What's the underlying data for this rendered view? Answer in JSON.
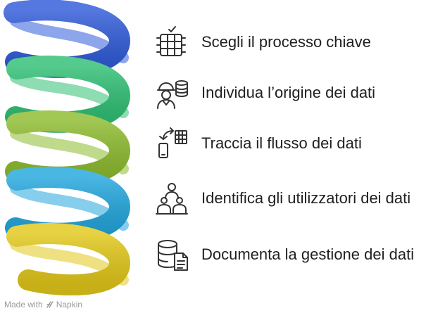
{
  "steps": [
    {
      "label": "Scegli il processo chiave",
      "icon": "server-rack-icon",
      "color": "#2f5bd8"
    },
    {
      "label": "Individua l’origine dei dati",
      "icon": "engineer-database-icon",
      "color": "#2fbf73"
    },
    {
      "label": "Traccia il flusso dei dati",
      "icon": "phone-transfer-icon",
      "color": "#8dbb2e"
    },
    {
      "label": "Identifica gli utilizzatori dei dati",
      "icon": "users-group-icon",
      "color": "#22a6dc"
    },
    {
      "label": "Documenta la gestione dei dati",
      "icon": "database-document-icon",
      "color": "#e2c81a"
    }
  ],
  "footer": {
    "prefix": "Made with",
    "brand": "Napkin"
  }
}
